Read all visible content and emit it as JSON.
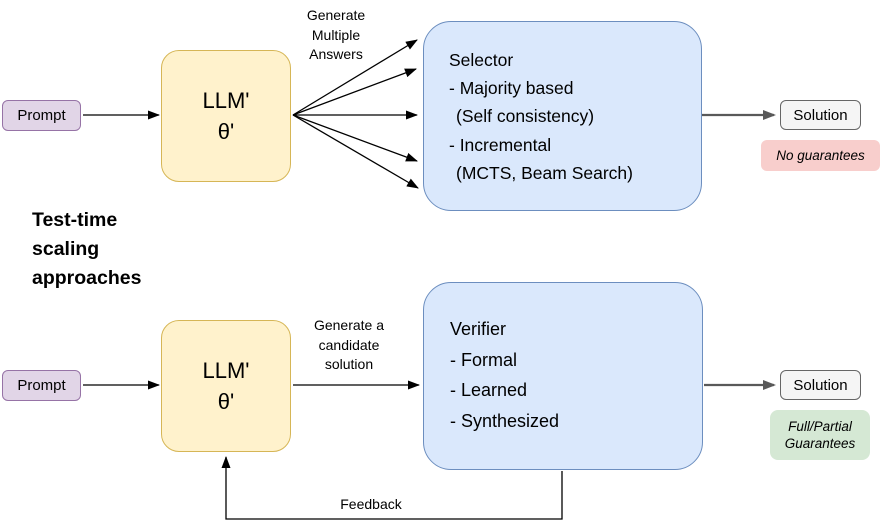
{
  "heading": "Test-time\nscaling\napproaches",
  "top_flow": {
    "prompt": "Prompt",
    "llm": {
      "line1": "LLM'",
      "line2": "θ'"
    },
    "fan_label": "Generate\nMultiple\nAnswers",
    "selector_lines": [
      "Selector",
      "- Majority based",
      "(Self consistency)",
      "- Incremental",
      "(MCTS, Beam Search)"
    ],
    "solution": "Solution",
    "badge": "No guarantees"
  },
  "bottom_flow": {
    "prompt": "Prompt",
    "llm": {
      "line1": "LLM'",
      "line2": "θ'"
    },
    "edge_label": "Generate a\ncandidate\nsolution",
    "verifier_lines": [
      "Verifier",
      "- Formal",
      "- Learned",
      "- Synthesized"
    ],
    "solution": "Solution",
    "badge": "Full/Partial\nGuarantees",
    "feedback_label": "Feedback"
  },
  "colors": {
    "prompt_fill": "#e1d5e7",
    "prompt_border": "#9673a6",
    "llm_fill": "#fff2cc",
    "llm_border": "#d6b656",
    "bigbox_fill": "#dae8fc",
    "bigbox_border": "#6c8ebf",
    "solution_fill": "#f5f5f5",
    "solution_border": "#666666",
    "no_guarantees_fill": "#f8cecc",
    "guarantees_fill": "#d5e8d4",
    "arrow_black": "#000000",
    "arrow_gray": "#595959"
  }
}
